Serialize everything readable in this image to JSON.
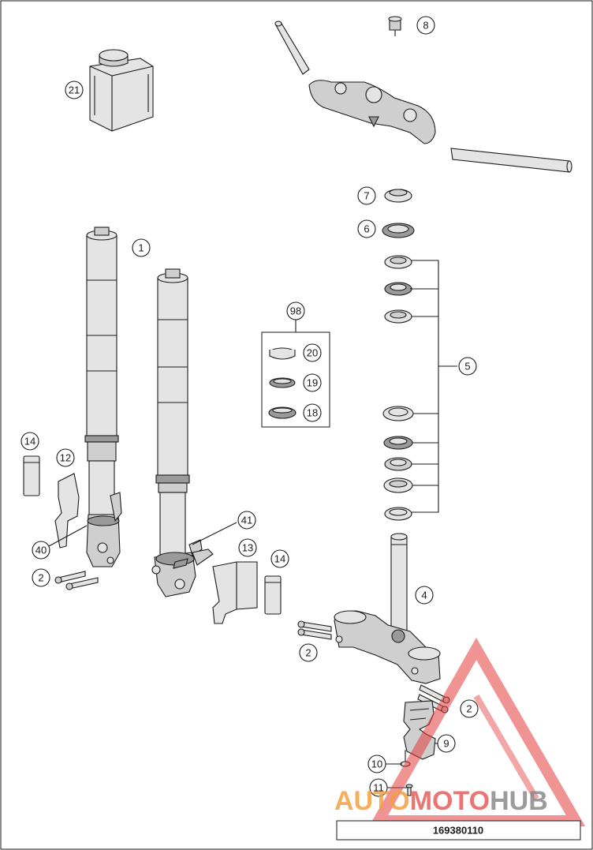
{
  "diagram": {
    "callouts": {
      "c1": "1",
      "c2a": "2",
      "c2b": "2",
      "c2c": "2",
      "c4": "4",
      "c5": "5",
      "c6": "6",
      "c7": "7",
      "c8": "8",
      "c9": "9",
      "c10": "10",
      "c11": "11",
      "c12": "12",
      "c13": "13",
      "c14a": "14",
      "c14b": "14",
      "c18": "18",
      "c19": "19",
      "c20": "20",
      "c21": "21",
      "c40": "40",
      "c41": "41",
      "c98": "98"
    },
    "part_code": "169380110",
    "watermark": {
      "part1": "AUTO",
      "part2": "MOTO",
      "part3": "HUB",
      "color1": "#f5a040",
      "color2": "#e23b3b",
      "color3": "#8a8a8a"
    }
  }
}
